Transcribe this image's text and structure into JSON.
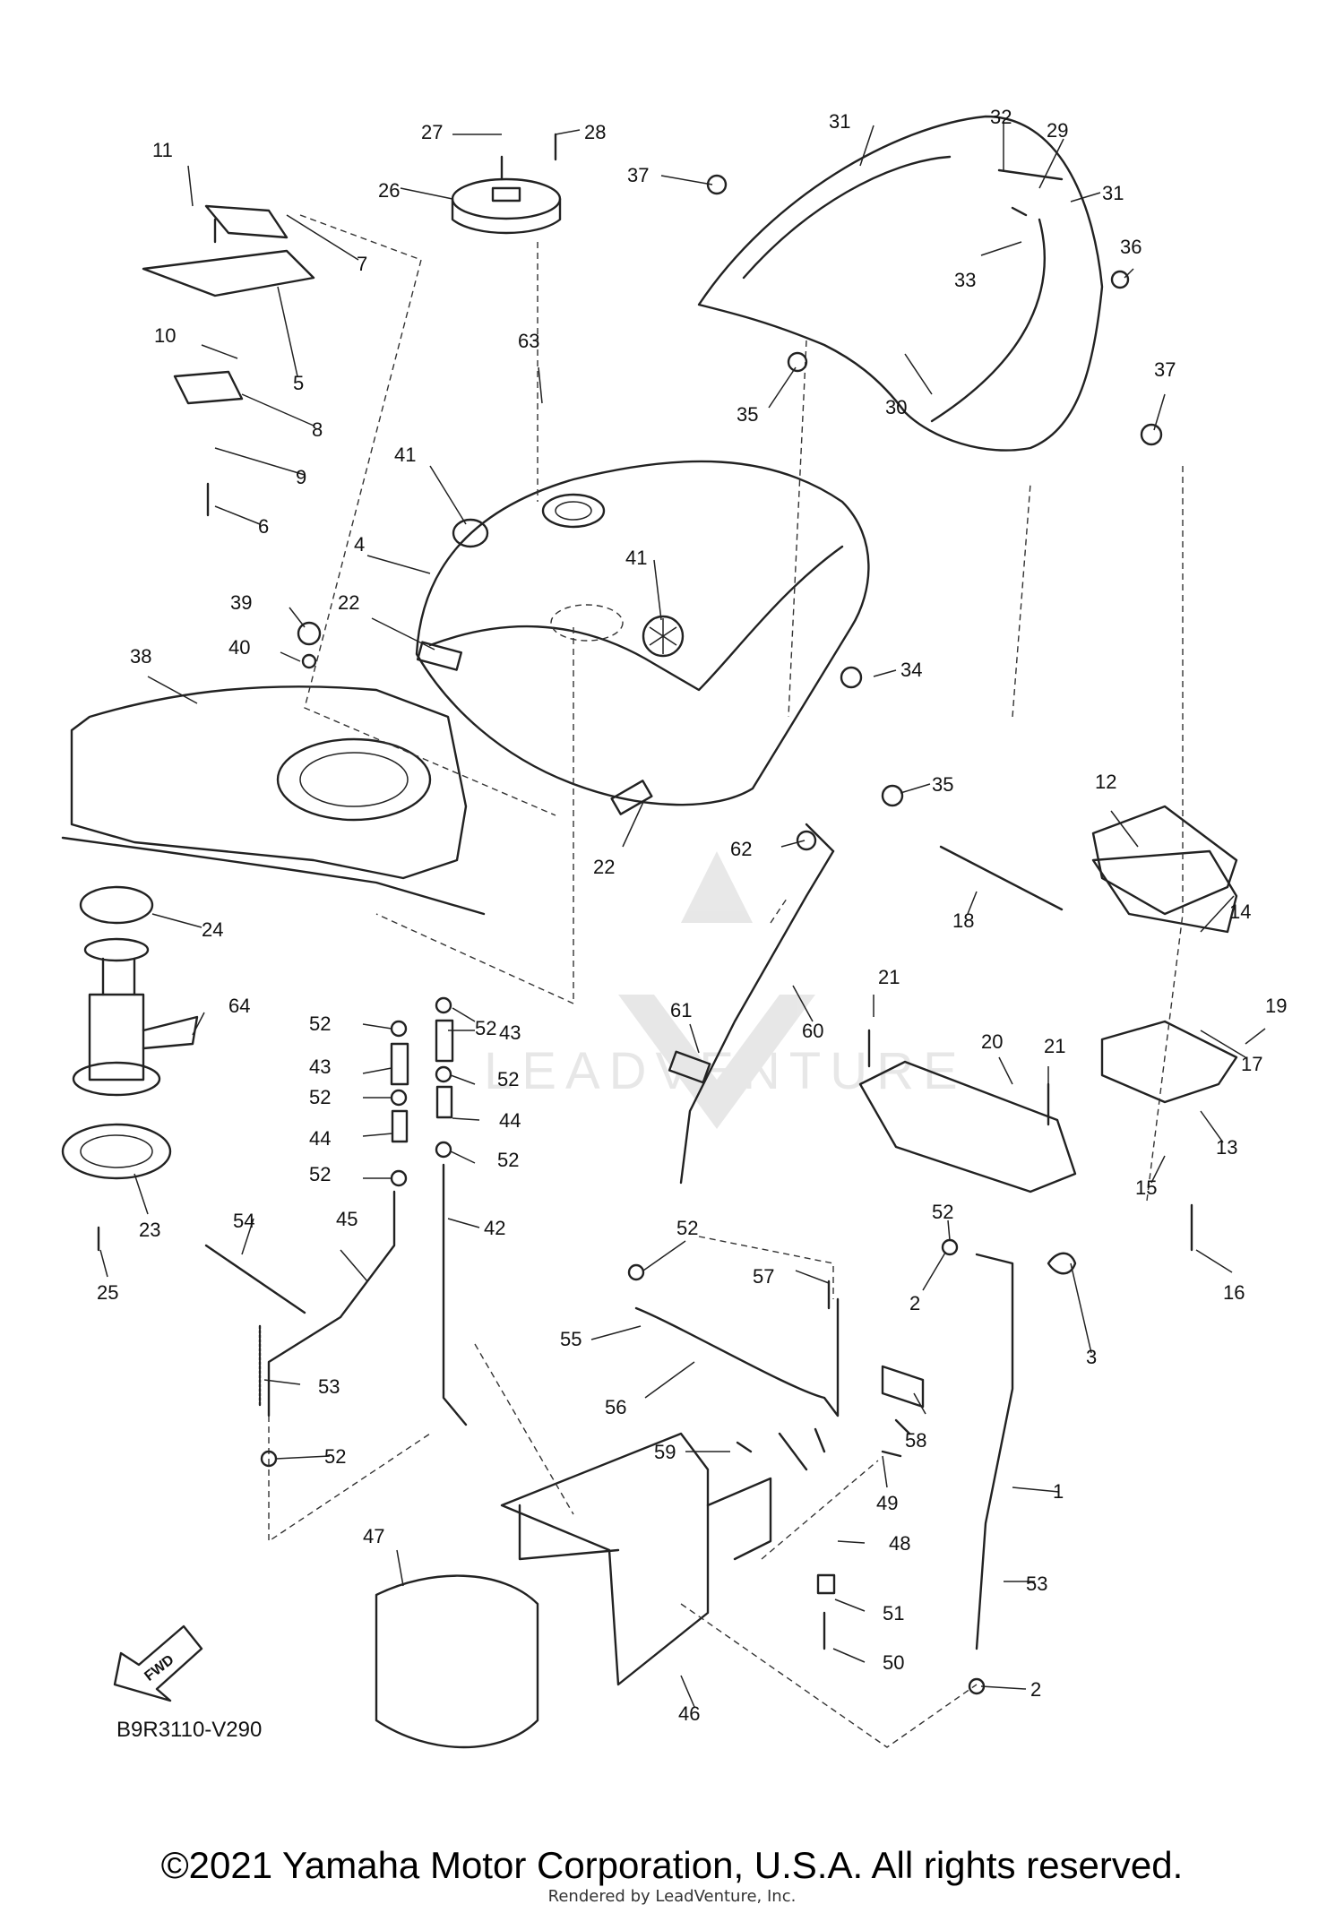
{
  "diagram": {
    "diagram_code": "B9R3110-V290",
    "direction_label": "FWD",
    "callouts": [
      {
        "n": "1"
      },
      {
        "n": "2"
      },
      {
        "n": "2"
      },
      {
        "n": "3"
      },
      {
        "n": "4"
      },
      {
        "n": "5"
      },
      {
        "n": "6"
      },
      {
        "n": "7"
      },
      {
        "n": "8"
      },
      {
        "n": "9"
      },
      {
        "n": "10"
      },
      {
        "n": "11"
      },
      {
        "n": "12"
      },
      {
        "n": "13"
      },
      {
        "n": "14"
      },
      {
        "n": "15"
      },
      {
        "n": "16"
      },
      {
        "n": "17"
      },
      {
        "n": "18"
      },
      {
        "n": "19"
      },
      {
        "n": "20"
      },
      {
        "n": "21"
      },
      {
        "n": "21"
      },
      {
        "n": "22"
      },
      {
        "n": "22"
      },
      {
        "n": "23"
      },
      {
        "n": "24"
      },
      {
        "n": "25"
      },
      {
        "n": "26"
      },
      {
        "n": "27"
      },
      {
        "n": "28"
      },
      {
        "n": "29"
      },
      {
        "n": "30"
      },
      {
        "n": "31"
      },
      {
        "n": "31"
      },
      {
        "n": "32"
      },
      {
        "n": "33"
      },
      {
        "n": "34"
      },
      {
        "n": "35"
      },
      {
        "n": "35"
      },
      {
        "n": "36"
      },
      {
        "n": "37"
      },
      {
        "n": "37"
      },
      {
        "n": "38"
      },
      {
        "n": "39"
      },
      {
        "n": "40"
      },
      {
        "n": "41"
      },
      {
        "n": "41"
      },
      {
        "n": "42"
      },
      {
        "n": "43"
      },
      {
        "n": "43"
      },
      {
        "n": "44"
      },
      {
        "n": "44"
      },
      {
        "n": "45"
      },
      {
        "n": "46"
      },
      {
        "n": "47"
      },
      {
        "n": "48"
      },
      {
        "n": "49"
      },
      {
        "n": "50"
      },
      {
        "n": "51"
      },
      {
        "n": "52"
      },
      {
        "n": "52"
      },
      {
        "n": "52"
      },
      {
        "n": "52"
      },
      {
        "n": "52"
      },
      {
        "n": "52"
      },
      {
        "n": "52"
      },
      {
        "n": "52"
      },
      {
        "n": "52"
      },
      {
        "n": "53"
      },
      {
        "n": "53"
      },
      {
        "n": "54"
      },
      {
        "n": "55"
      },
      {
        "n": "56"
      },
      {
        "n": "57"
      },
      {
        "n": "58"
      },
      {
        "n": "59"
      },
      {
        "n": "60"
      },
      {
        "n": "61"
      },
      {
        "n": "62"
      },
      {
        "n": "63"
      },
      {
        "n": "64"
      }
    ]
  },
  "footer": {
    "copyright": "©2021 Yamaha Motor Corporation, U.S.A. All rights reserved.",
    "rendered_by": "Rendered by LeadVenture, Inc."
  }
}
